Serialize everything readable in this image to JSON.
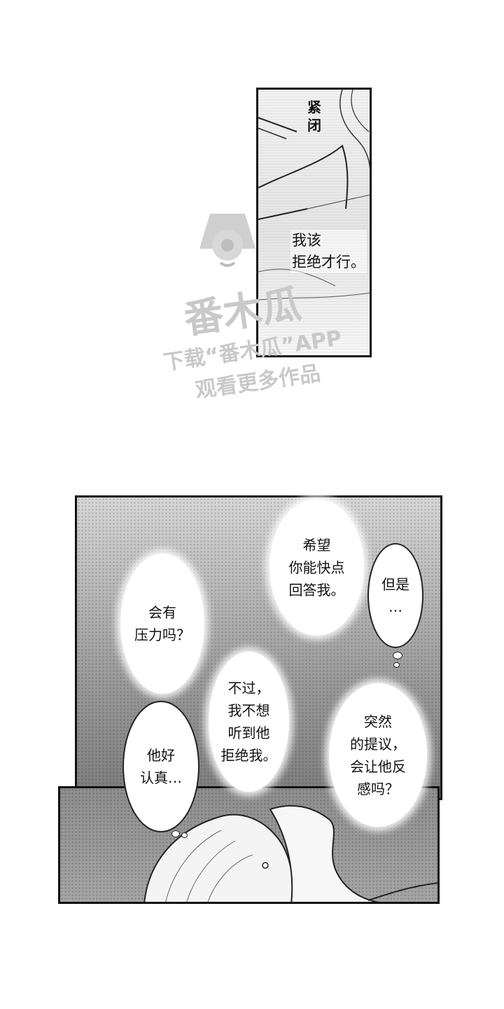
{
  "panels": {
    "top": {
      "sfx": "紧\n闭",
      "caption": "我该\n拒绝才行。"
    },
    "middle": {
      "bubbles": [
        {
          "text": "希望\n你能快点\n回答我。"
        },
        {
          "text": "但是\n…"
        },
        {
          "text": "会有\n压力吗？"
        },
        {
          "text": "不过，\n我不想\n听到他\n拒绝我。"
        },
        {
          "text": "突然\n的提议，\n会让他反\n感吗？"
        },
        {
          "text": "他好\n认真…"
        }
      ]
    }
  },
  "watermark": {
    "brand": "番木瓜",
    "line1": "下载“番木瓜”APP",
    "line2": "观看更多作品"
  }
}
